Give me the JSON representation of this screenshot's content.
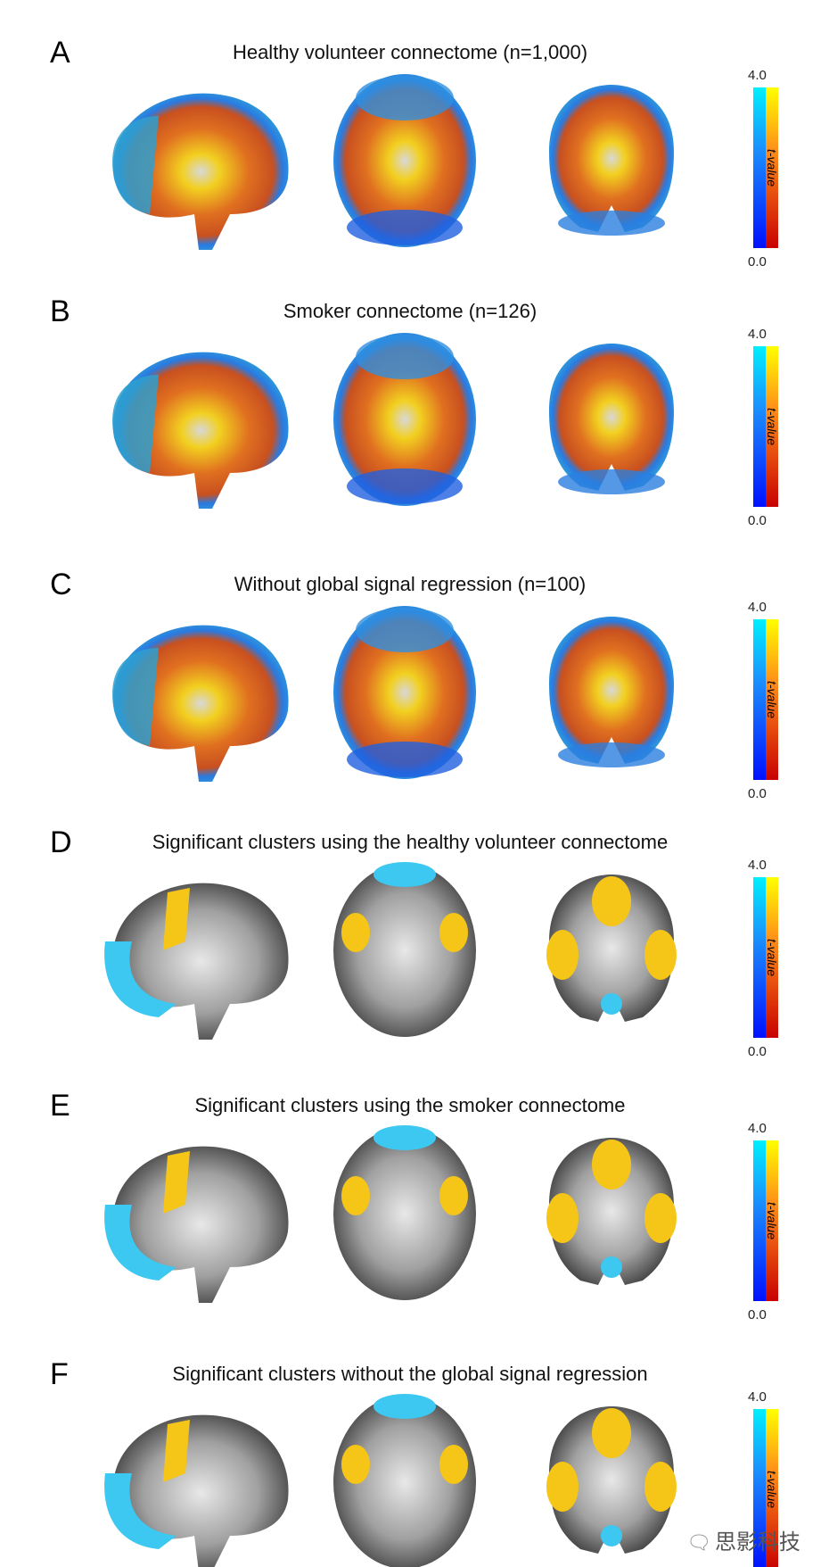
{
  "panels": [
    {
      "letter": "A",
      "title": "Healthy volunteer connectome (n=1,000)",
      "style": "heat"
    },
    {
      "letter": "B",
      "title": "Smoker connectome (n=126)",
      "style": "heat"
    },
    {
      "letter": "C",
      "title": "Without global signal regression (n=100)",
      "style": "heat"
    },
    {
      "letter": "D",
      "title": "Significant clusters using the healthy volunteer connectome",
      "style": "cluster"
    },
    {
      "letter": "E",
      "title": "Significant clusters using the smoker connectome",
      "style": "cluster"
    },
    {
      "letter": "F",
      "title": "Significant clusters without the global signal regression",
      "style": "cluster"
    }
  ],
  "colorbar": {
    "label": "t-value",
    "max": "4.0",
    "min": "0.0",
    "neg_colors": [
      "#00f0ff",
      "#0010ff"
    ],
    "pos_colors": [
      "#ffff00",
      "#c80000"
    ]
  },
  "watermark": {
    "icon": "wechat-icon",
    "text": "思影科技"
  }
}
